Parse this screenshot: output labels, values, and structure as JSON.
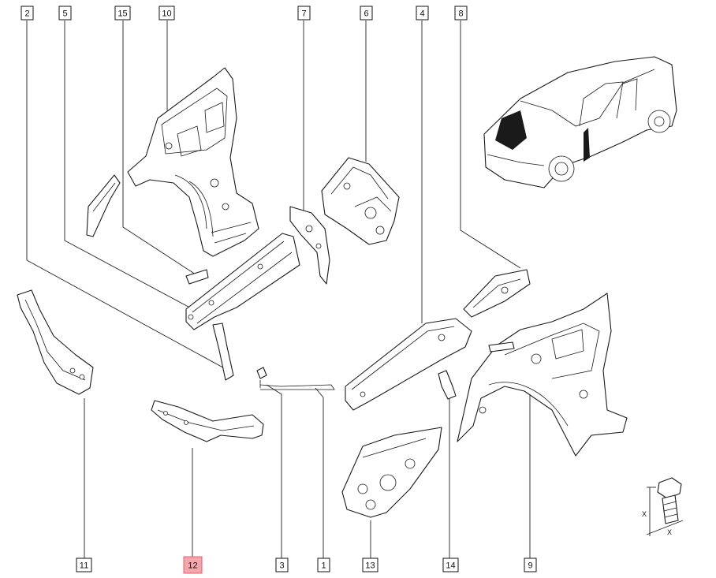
{
  "callouts": [
    {
      "id": "2",
      "label": "2"
    },
    {
      "id": "5",
      "label": "5"
    },
    {
      "id": "15",
      "label": "15"
    },
    {
      "id": "10",
      "label": "10"
    },
    {
      "id": "7",
      "label": "7"
    },
    {
      "id": "6",
      "label": "6"
    },
    {
      "id": "4",
      "label": "4"
    },
    {
      "id": "8",
      "label": "8"
    },
    {
      "id": "11",
      "label": "11"
    },
    {
      "id": "12",
      "label": "12",
      "highlighted": true
    },
    {
      "id": "3",
      "label": "3"
    },
    {
      "id": "1",
      "label": "1"
    },
    {
      "id": "13",
      "label": "13"
    },
    {
      "id": "14",
      "label": "14"
    },
    {
      "id": "9",
      "label": "9"
    }
  ],
  "bolt_dimension": {
    "x_label_vertical": "X",
    "x_label_horizontal": "X"
  },
  "colors": {
    "highlight_fill": "#f4a6ad",
    "highlight_stroke": "#e2606b",
    "line": "#1a1a1a"
  }
}
